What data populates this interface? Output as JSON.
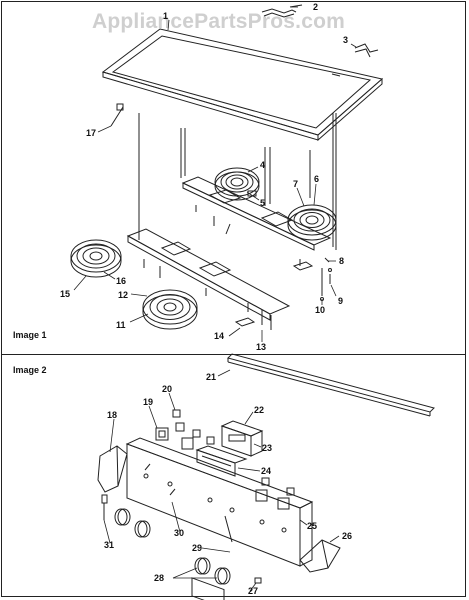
{
  "watermark": "AppliancePartsPros.com",
  "sections": [
    {
      "title": "Image 1"
    },
    {
      "title": "Image 2"
    }
  ],
  "callouts": {
    "c1": "1",
    "c2": "2",
    "c3": "3",
    "c4": "4",
    "c5": "5",
    "c6": "6",
    "c7": "7",
    "c8": "8",
    "c9": "9",
    "c10": "10",
    "c11": "11",
    "c12": "12",
    "c13": "13",
    "c14": "14",
    "c15": "15",
    "c16": "16",
    "c17": "17",
    "c18": "18",
    "c19": "19",
    "c20": "20",
    "c21": "21",
    "c22": "22",
    "c23": "23",
    "c24": "24",
    "c25": "25",
    "c26": "26",
    "c27": "27",
    "c28": "28",
    "c29": "29",
    "c30": "30",
    "c31": "31"
  }
}
